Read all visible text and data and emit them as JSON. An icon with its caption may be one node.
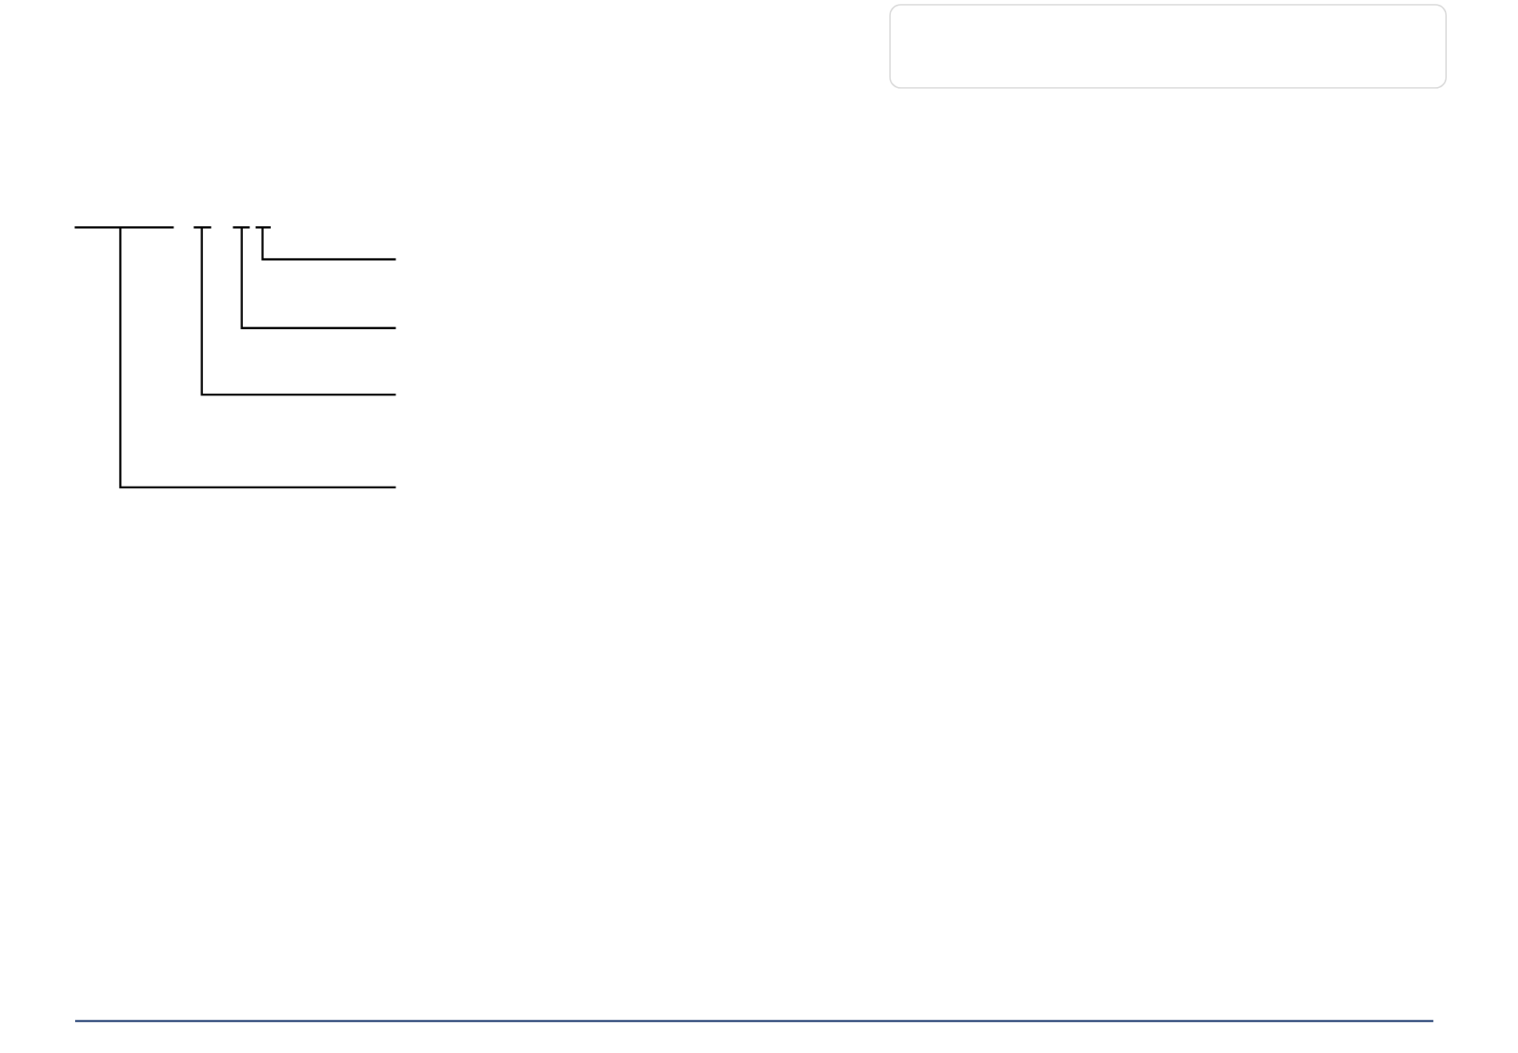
{
  "diagram": {
    "nodes": [
      {
        "text": [],
        "shape": "box"
      },
      {
        "text": [],
        "shape": "bar"
      },
      {
        "text": [],
        "shape": "bar"
      },
      {
        "text": [],
        "shape": "bar"
      },
      {
        "text": [],
        "shape": "bar"
      }
    ],
    "edges": [
      {
        "from": 1,
        "to": null,
        "arrow": "none"
      },
      {
        "from": 2,
        "to": null,
        "arrow": "none"
      },
      {
        "from": 3,
        "to": null,
        "arrow": "none"
      },
      {
        "from": 4,
        "to": null,
        "arrow": "none"
      }
    ]
  }
}
